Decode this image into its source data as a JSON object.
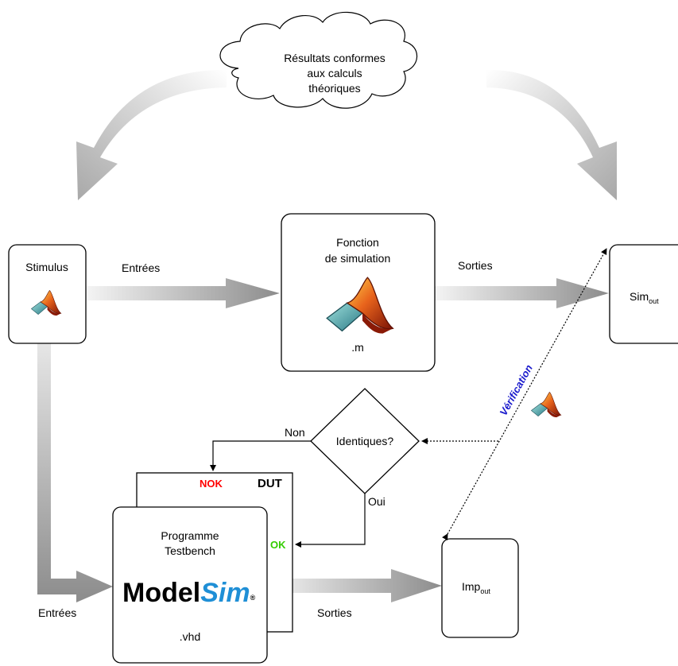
{
  "cloud": {
    "line1": "Résultats conformes",
    "line2": "aux calculs",
    "line3": "théoriques"
  },
  "stimulus": {
    "label": "Stimulus"
  },
  "simulation": {
    "line1": "Fonction",
    "line2": "de simulation",
    "ext": ".m"
  },
  "sim_out": {
    "base": "Sim",
    "sub": "out"
  },
  "imp_out": {
    "base": "Imp",
    "sub": "out"
  },
  "testbench": {
    "line1": "Programme",
    "line2": "Testbench",
    "ext": ".vhd",
    "logo_part1": "Model",
    "logo_part2": "Sim",
    "logo_mark": "®"
  },
  "dut": {
    "label": "DUT",
    "nok": "NOK",
    "ok": "OK"
  },
  "decision": {
    "label": "Identiques?",
    "no": "Non",
    "yes": "Oui"
  },
  "arrows": {
    "entrees_top": "Entrées",
    "sorties_top": "Sorties",
    "entrees_bottom": "Entrées",
    "sorties_bottom": "Sorties",
    "verification": "Vérification"
  },
  "colors": {
    "nok": "#ff0000",
    "ok": "#33cc00",
    "verification": "#1a1acc",
    "logo_blue": "#1f8fd6"
  }
}
